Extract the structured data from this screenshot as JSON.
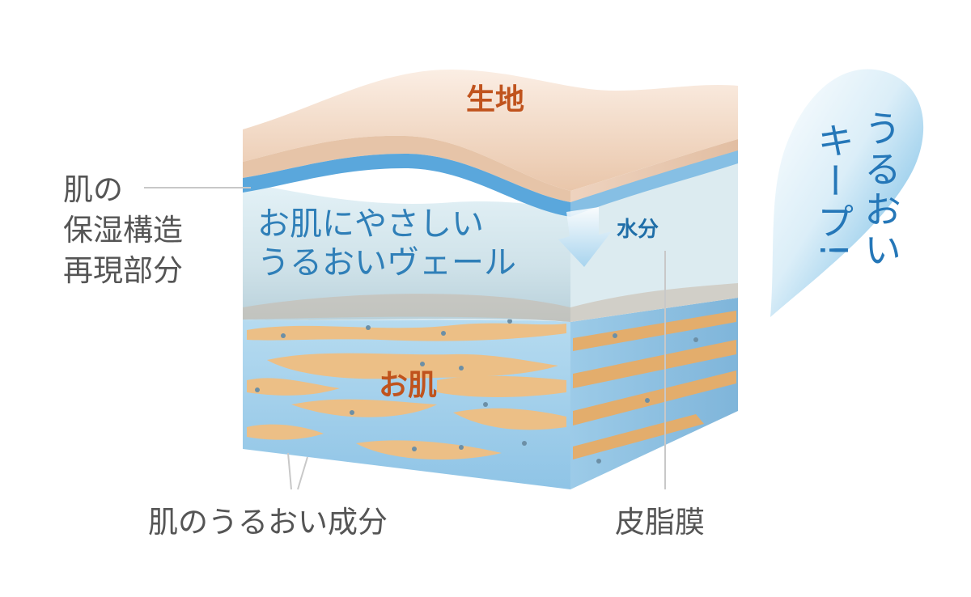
{
  "diagram": {
    "labels": {
      "fabric": "生地",
      "skin": "お肌",
      "water": "水分",
      "veil_line1": "お肌にやさしい",
      "veil_line2": "うるおいヴェール",
      "structure_line1": "肌の",
      "structure_line2": "保湿構造",
      "structure_line3": "再現部分",
      "moisture_components": "肌のうるおい成分",
      "sebum_membrane": "皮脂膜",
      "keep_line1": "うるおい",
      "keep_line2": "キープ!"
    },
    "colors": {
      "fabric": "#f1d9c6",
      "fabric_dark": "#e7c7ae",
      "water_band": "#5aa7dc",
      "veil": "#d6e9f0",
      "skin_blue": "#9dcdeb",
      "skin_tan": "#ecbf86",
      "label_orange": "#c0531d",
      "label_blue": "#2f7fb8",
      "label_gray": "#555555"
    },
    "icons": {
      "water_arrow": "down-arrow-icon",
      "keep_drop": "water-drop-icon"
    }
  }
}
